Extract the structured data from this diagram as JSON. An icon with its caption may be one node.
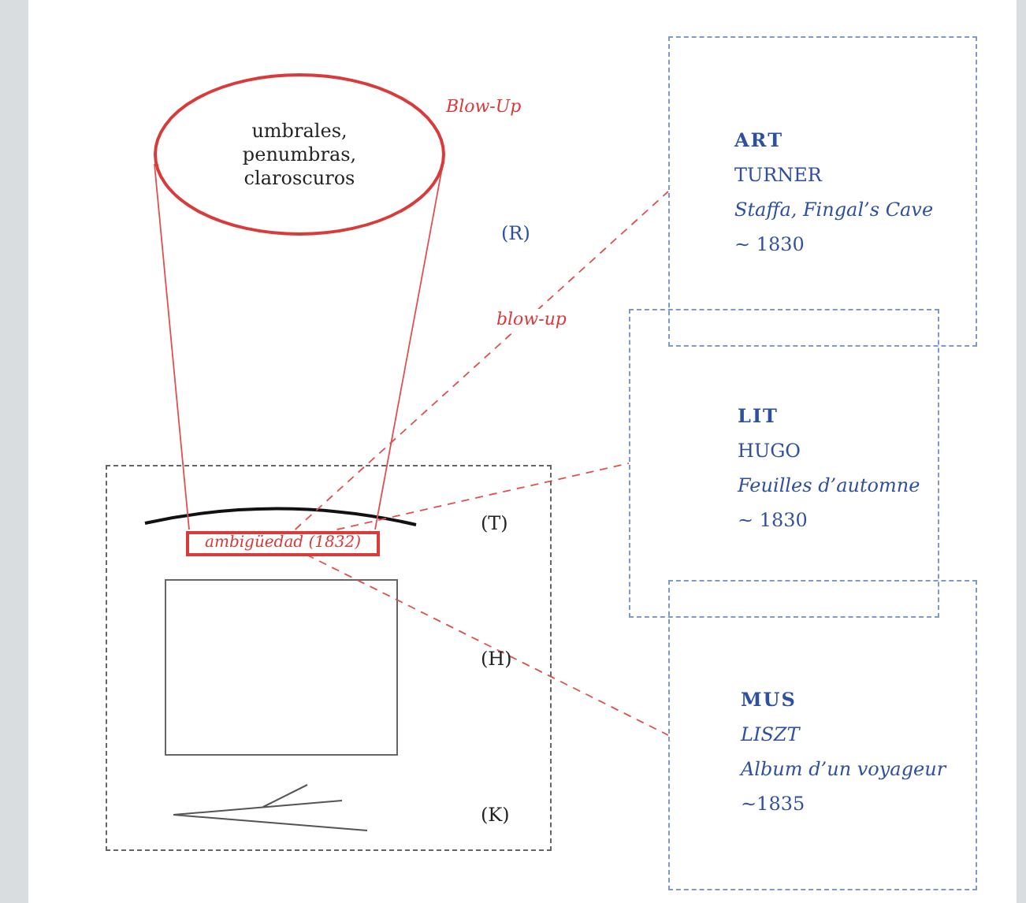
{
  "diagram": {
    "nodes": [
      {
        "text": [
          "umbrales, penumbras, claroscuros"
        ],
        "beside": [
          "Blow-Up"
        ]
      },
      {
        "text": [],
        "shape": "box"
      },
      {
        "text": [
          "ambigüedad (1832)"
        ],
        "in": 1
      },
      {
        "text": [
          "ART",
          "TURNER",
          "Staffa, Fingal’s Cave",
          "~ 1830"
        ]
      },
      {
        "text": [
          "LIT",
          "HUGO",
          "Feuilles d’automne",
          "~ 1830"
        ]
      },
      {
        "text": [
          "MUS",
          "LISZT",
          "Album d’un voyageur",
          "~1835"
        ]
      }
    ],
    "edges": [
      {
        "from": 0,
        "to": 2,
        "arrow": "none"
      },
      {
        "from": 0,
        "to": 2,
        "arrow": "none"
      },
      {
        "from": 2,
        "to": 3,
        "arrow": "none",
        "style": "dashed",
        "label": "blow-up"
      },
      {
        "from": 2,
        "to": 4,
        "arrow": "none",
        "style": "dashed"
      },
      {
        "from": 2,
        "to": 5,
        "arrow": "none",
        "style": "dashed"
      }
    ],
    "labels": [
      "(R)",
      "(T)",
      "(H)",
      "(K)"
    ]
  }
}
